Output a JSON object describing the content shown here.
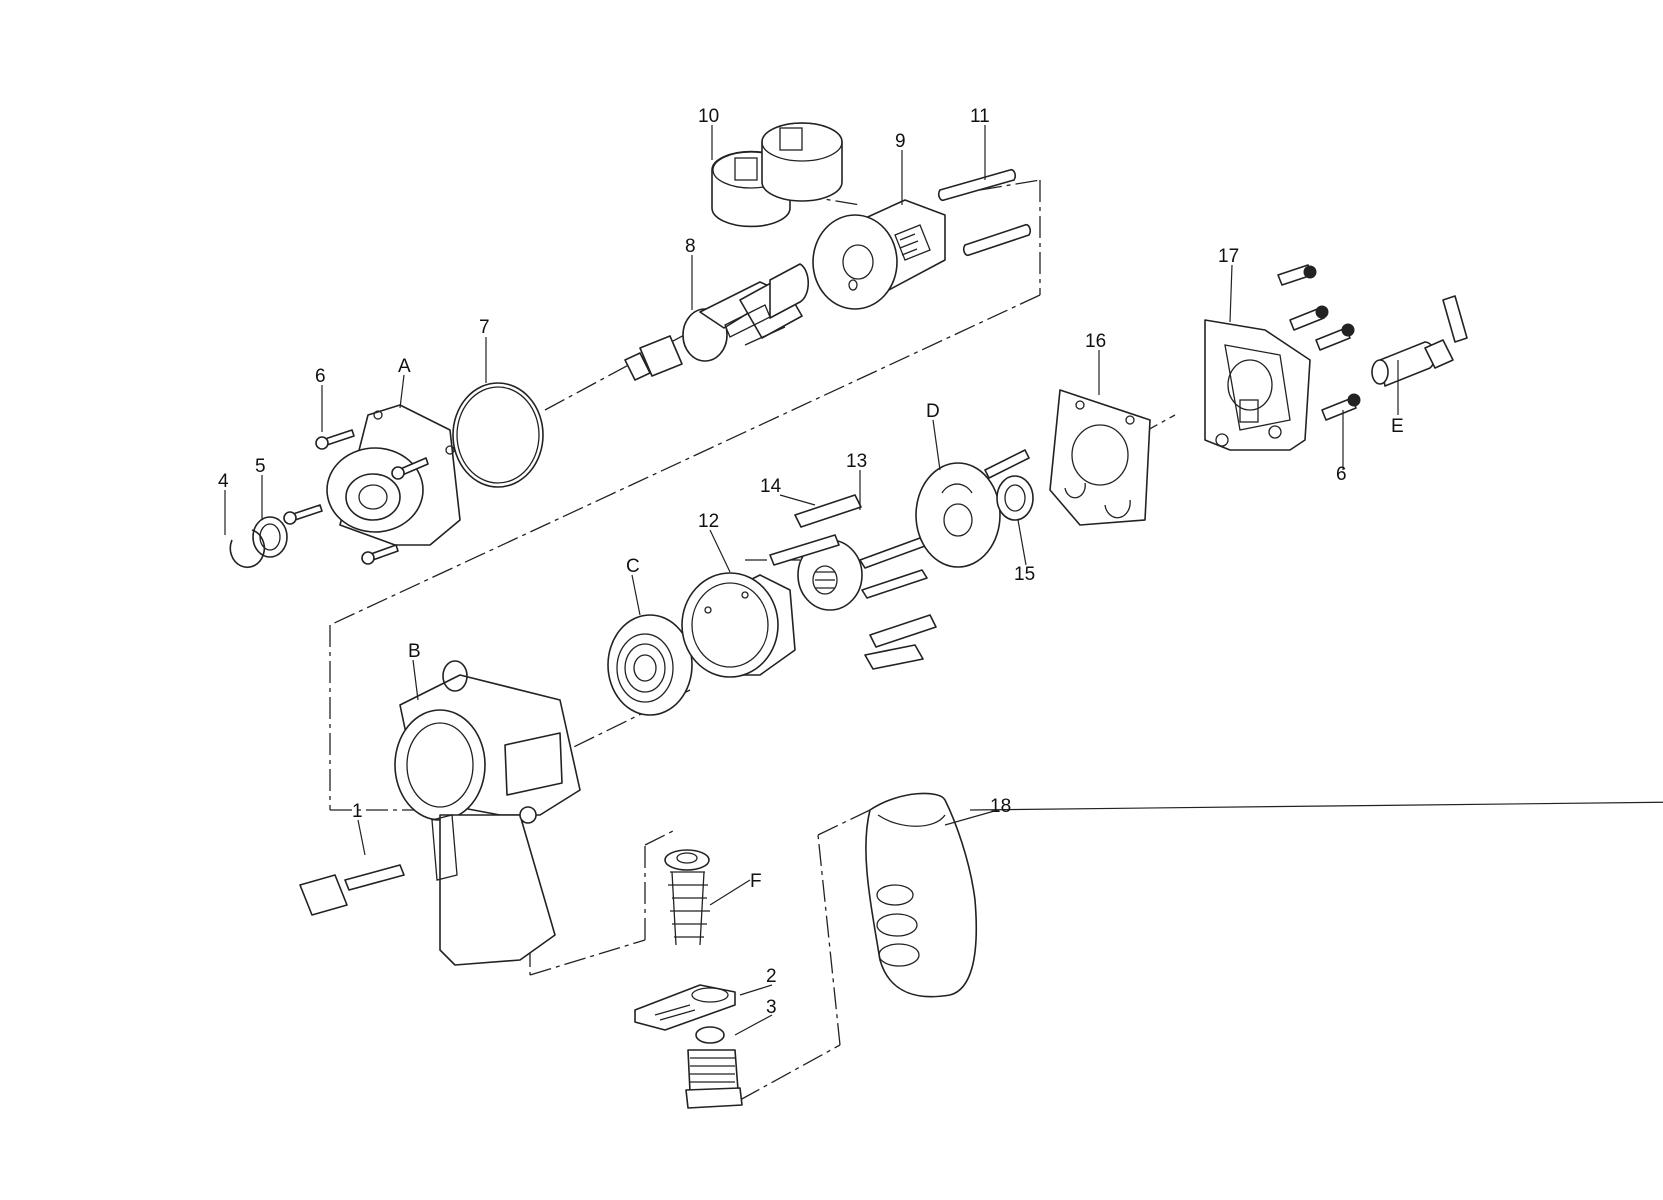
{
  "labels": {
    "p1": "1",
    "p2": "2",
    "p3": "3",
    "p4": "4",
    "p5": "5",
    "p6a": "6",
    "p6b": "6",
    "p7": "7",
    "p8": "8",
    "p9": "9",
    "p10": "10",
    "p11": "11",
    "p12": "12",
    "p13": "13",
    "p14": "14",
    "p15": "15",
    "p16": "16",
    "p17": "17",
    "p18": "18",
    "pA": "A",
    "pB": "B",
    "pC": "C",
    "pD": "D",
    "pE": "E",
    "pF": "F"
  }
}
